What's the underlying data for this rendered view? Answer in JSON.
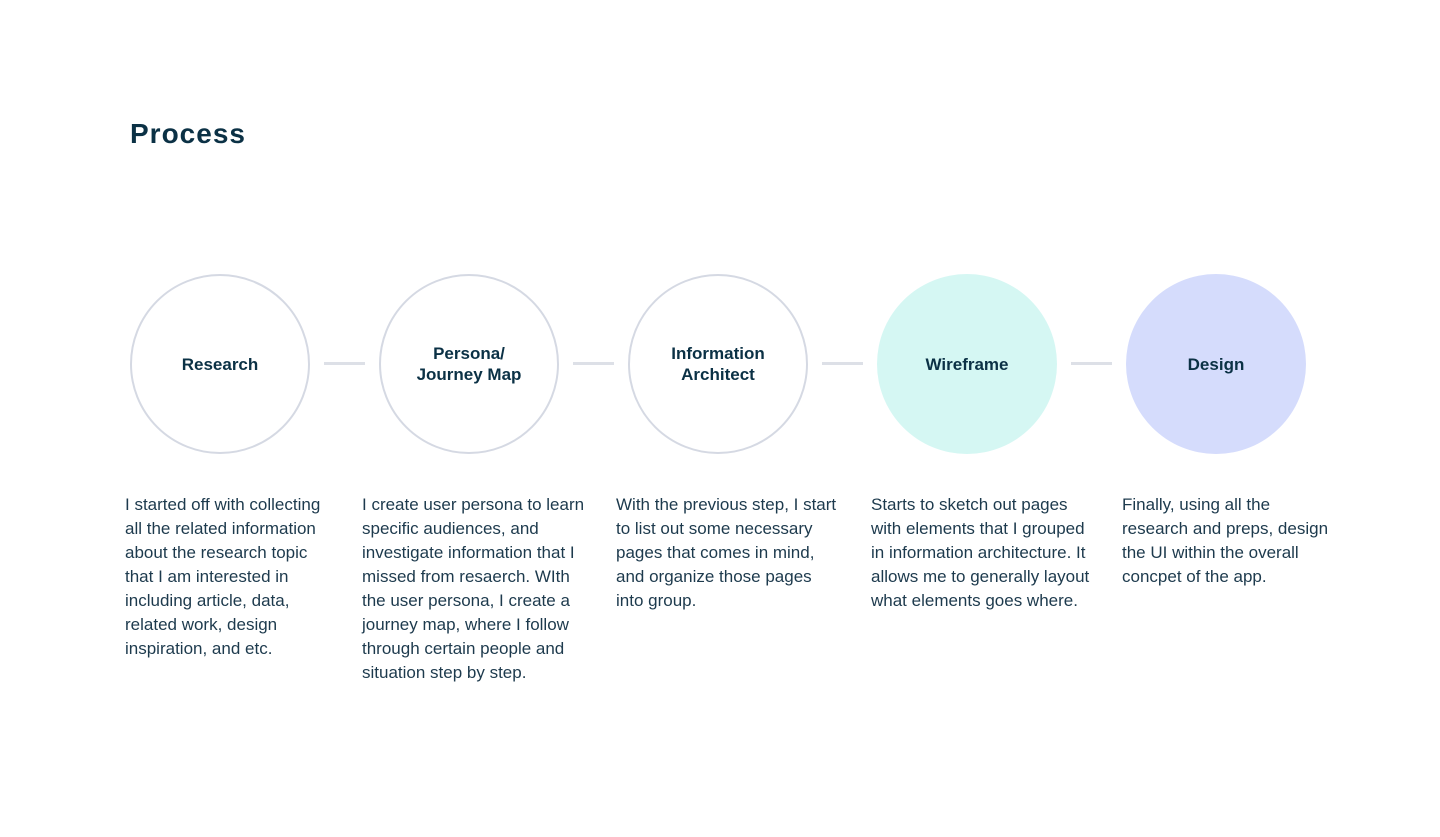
{
  "title": "Process",
  "steps": [
    {
      "label_lines": [
        "Research"
      ],
      "description_lines": [
        "I started off with collecting",
        "all the related information",
        "about the research topic",
        "that I am interested in",
        "including article, data,",
        "related work, design",
        "inspiration, and etc."
      ],
      "fill": ""
    },
    {
      "label_lines": [
        "Persona/",
        "Journey Map"
      ],
      "description_lines": [
        "I create user persona to learn",
        "specific audiences, and",
        "investigate information that I",
        "missed from resaerch. WIth",
        "the user persona, I create a",
        "journey map, where I follow",
        "through certain people and",
        "situation step by step."
      ],
      "fill": ""
    },
    {
      "label_lines": [
        "Information",
        "Architect"
      ],
      "description_lines": [
        "With the previous step, I start",
        "to list out some necessary",
        "pages that comes in mind,",
        "and organize those pages",
        "into group."
      ],
      "fill": ""
    },
    {
      "label_lines": [
        "Wireframe"
      ],
      "description_lines": [
        "Starts to sketch out pages",
        "with elements that I grouped",
        "in information architecture. It",
        "allows me to generally layout",
        "what elements goes where."
      ],
      "fill": "#d5f7f3"
    },
    {
      "label_lines": [
        "Design"
      ],
      "description_lines": [
        "Finally, using  all the",
        "research and preps, design",
        "the UI within the overall",
        "concpet of the app."
      ],
      "fill": "#d5dcfc"
    }
  ],
  "colors": {
    "text": "#0b3145",
    "circle_border": "#d5d9e3",
    "connector": "#dde0e7"
  }
}
